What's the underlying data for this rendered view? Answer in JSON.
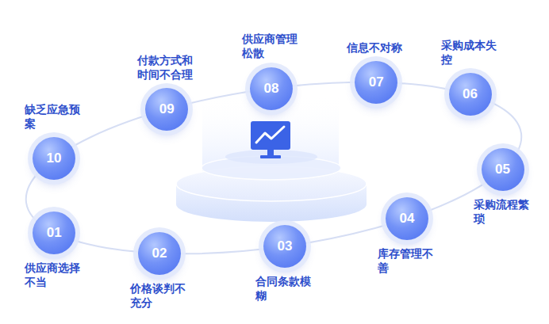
{
  "diagram": {
    "nodes": [
      {
        "text": [
          "01",
          "供应商选择 不当"
        ]
      },
      {
        "text": [
          "02",
          "价格谈判不 充分"
        ]
      },
      {
        "text": [
          "03",
          "合同条款模 糊"
        ]
      },
      {
        "text": [
          "04",
          "库存管理不 善"
        ]
      },
      {
        "text": [
          "05",
          "采购流程繁 琐"
        ]
      },
      {
        "text": [
          "06",
          "采购成本失 控"
        ]
      },
      {
        "text": [
          "07",
          "信息不对称"
        ]
      },
      {
        "text": [
          "08",
          "供应商管理 松散"
        ]
      },
      {
        "text": [
          "09",
          "付款方式和 时间不合理"
        ]
      },
      {
        "text": [
          "10",
          "缺乏应急预 案"
        ]
      }
    ]
  }
}
